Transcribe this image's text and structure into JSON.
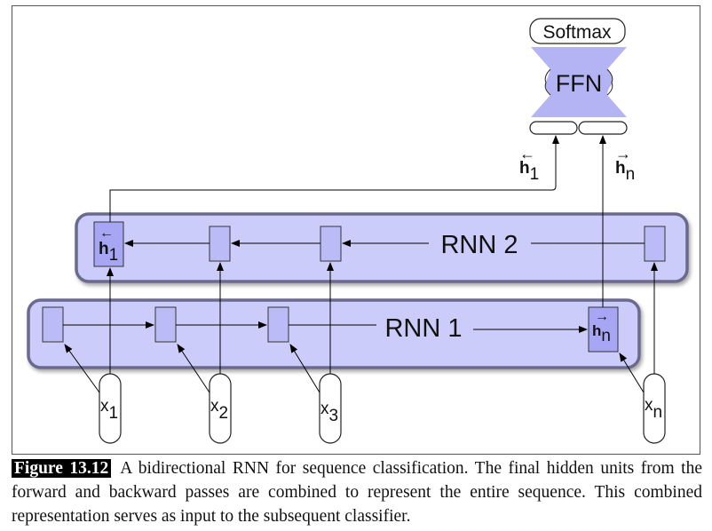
{
  "figure": {
    "softmax_label": "Softmax",
    "ffn_label": "FFN",
    "rnn2_label": "RNN 2",
    "rnn1_label": "RNN 1",
    "h_backward": {
      "base": "h",
      "sub": "1",
      "arrow": "←"
    },
    "h_forward": {
      "base": "h",
      "sub": "n",
      "arrow": "→"
    },
    "inputs": [
      {
        "base": "x",
        "sub": "1"
      },
      {
        "base": "x",
        "sub": "2"
      },
      {
        "base": "x",
        "sub": "3"
      },
      {
        "base": "x",
        "sub": "n"
      }
    ],
    "colors": {
      "layer_fill": "#ccccfa",
      "layer_border": "#6a6a8e",
      "cell_fill": "#bbbbf8",
      "final_cell_fill": "#a6a6f4",
      "ffn_fill": "#b4b4f4"
    }
  },
  "caption": {
    "tag": "Figure 13.12",
    "text": "A bidirectional RNN for sequence classification. The final hidden units from the forward and backward passes are combined to represent the entire sequence. This combined representation serves as input to the subsequent classifier."
  }
}
